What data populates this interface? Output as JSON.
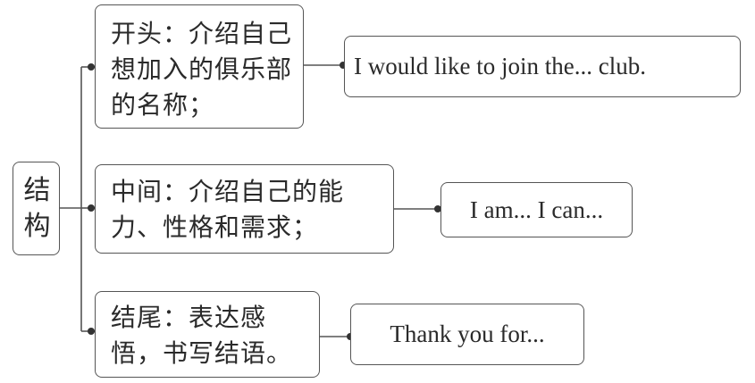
{
  "root": {
    "label": "结构"
  },
  "branches": [
    {
      "label": "开头：介绍自己想加入的俱乐部的名称；",
      "example": "I would like to join the... club."
    },
    {
      "label": "中间：介绍自己的能力、性格和需求；",
      "example": "I am... I can..."
    },
    {
      "label": "结尾：表达感悟，书写结语。",
      "example": "Thank you for..."
    }
  ]
}
